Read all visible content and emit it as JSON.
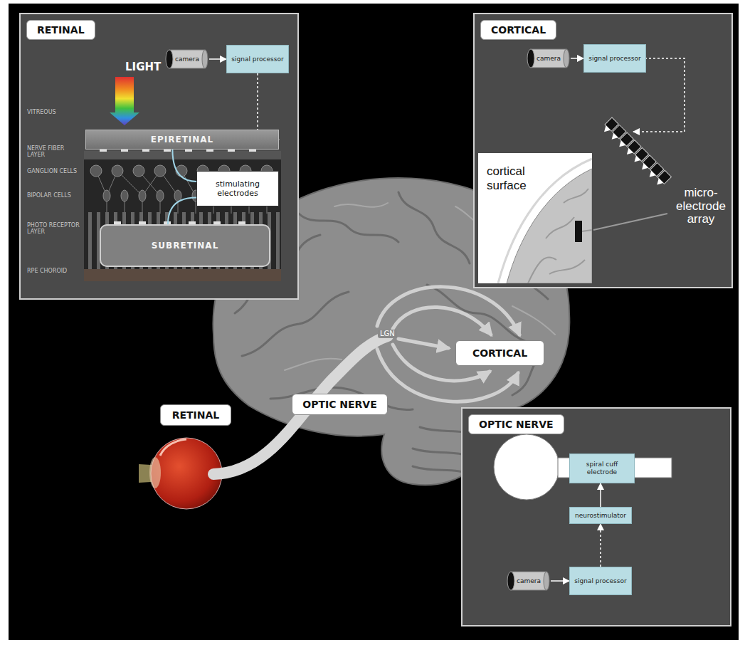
{
  "diagram": {
    "nodes": [
      {
        "text": [
          "RETINAL"
        ]
      },
      {
        "text": [
          "camera"
        ],
        "in": 0
      },
      {
        "text": [
          "signal processor"
        ],
        "in": 0
      },
      {
        "text": [
          "EPIRETINAL"
        ],
        "in": 0
      },
      {
        "text": [
          "stimulating electrodes"
        ],
        "in": 0
      },
      {
        "text": [
          "SUBRETINAL"
        ],
        "in": 0
      },
      {
        "text": [
          "CORTICAL"
        ]
      },
      {
        "text": [
          "camera"
        ],
        "in": 6
      },
      {
        "text": [
          "signal processor"
        ],
        "in": 6
      },
      {
        "text": [
          "cortical surface"
        ],
        "in": 6
      },
      {
        "text": [
          "RETINAL"
        ]
      },
      {
        "text": [
          "CORTICAL"
        ]
      },
      {
        "text": [
          "OPTIC NERVE"
        ]
      },
      {
        "text": [
          "OPTIC NERVE"
        ]
      },
      {
        "text": [
          "spiral cuff electrode"
        ],
        "in": 13
      },
      {
        "text": [
          "neurostimulator"
        ],
        "in": 13
      },
      {
        "text": [
          "camera"
        ],
        "in": 13
      },
      {
        "text": [
          "signal processor"
        ],
        "in": 13
      }
    ],
    "edges": [
      {
        "from": 1,
        "to": 2,
        "arrow": "to"
      },
      {
        "from": 2,
        "to": 3,
        "arrow": "to"
      },
      {
        "from": 4,
        "to": 3,
        "arrow": "none"
      },
      {
        "from": 4,
        "to": 5,
        "arrow": "none"
      },
      {
        "from": 7,
        "to": 8,
        "arrow": "to"
      },
      {
        "from": 16,
        "to": 17,
        "arrow": "to"
      },
      {
        "from": 17,
        "to": 15,
        "arrow": "to"
      },
      {
        "from": 15,
        "to": 14,
        "arrow": "to"
      }
    ],
    "labels": [
      "LIGHT",
      "VITREOUS",
      "NERVE FIBER LAYER",
      "GANGLION CELLS",
      "BIPOLAR CELLS",
      "PHOTO RECEPTOR LAYER",
      "RPE CHOROID",
      "micro-electrode array",
      "LGN"
    ]
  }
}
